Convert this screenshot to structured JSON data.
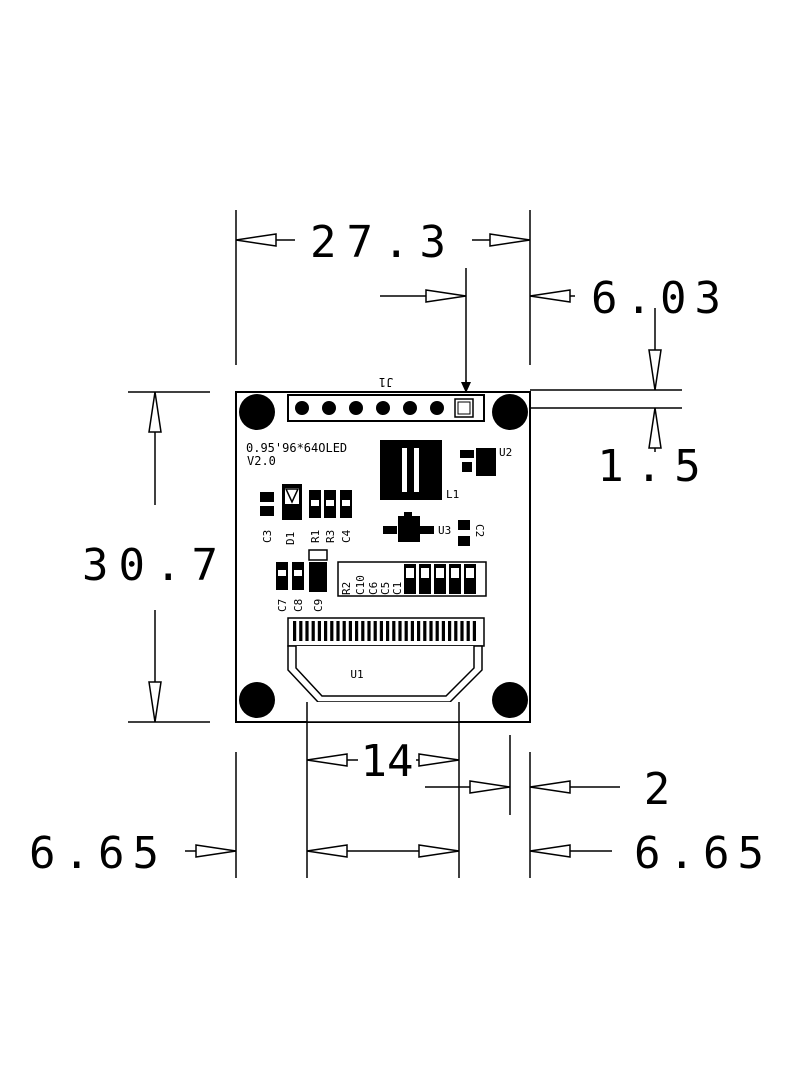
{
  "board": {
    "model_text": "0.95'96*64OLED",
    "version_text": "V2.0",
    "connector_label": "J1",
    "pin_count": 7,
    "components": {
      "U2": "U2",
      "L1": "L1",
      "U3": "U3",
      "C2": "C2",
      "C3": "C3",
      "D1": "D1",
      "R1": "R1",
      "R3": "R3",
      "C4": "C4",
      "C7": "C7",
      "C8": "C8",
      "C9": "C9",
      "R2": "R2",
      "C10": "C10",
      "C6": "C6",
      "C5": "C5",
      "C1": "C1",
      "U1": "U1"
    }
  },
  "dimensions": {
    "width": "27.3",
    "height": "30.7",
    "connector_offset": "6.03",
    "top_margin": "1.5",
    "ribbon_width": "14",
    "ribbon_gap": "2",
    "left_margin": "6.65",
    "right_margin": "6.65"
  },
  "colors": {
    "line": "#000000",
    "background": "#ffffff"
  }
}
